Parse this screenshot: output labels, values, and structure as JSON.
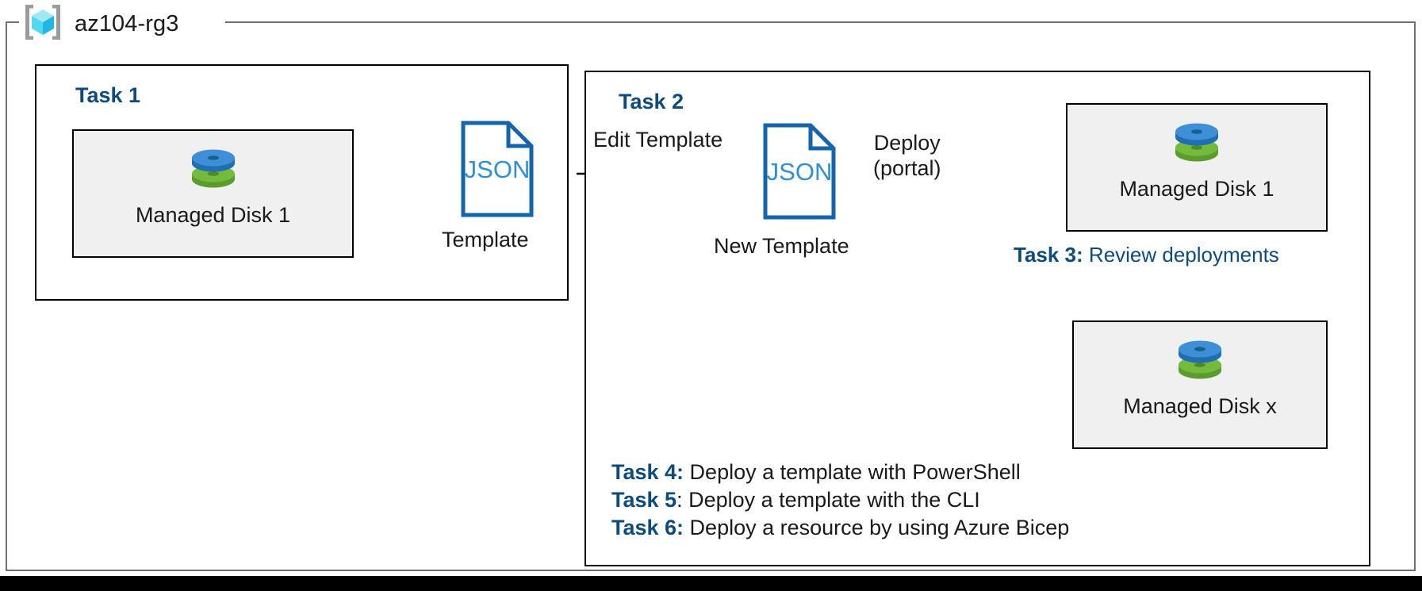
{
  "resource_group": {
    "name": "az104-rg3",
    "icon": "azure-resource-group-icon"
  },
  "task1": {
    "heading": "Task 1",
    "resource": {
      "label": "Managed Disk 1",
      "icon": "managed-disk-icon"
    },
    "artifact": {
      "icon": "json-document-icon",
      "icon_text": "JSON",
      "caption": "Template"
    }
  },
  "task2": {
    "heading": "Task 2",
    "edge_edit": "Edit Template",
    "artifact": {
      "icon": "json-document-icon",
      "icon_text": "JSON",
      "caption": "New Template"
    },
    "edge_deploy_line1": "Deploy",
    "edge_deploy_line2": "(portal)",
    "resources": [
      {
        "label": "Managed Disk 1",
        "icon": "managed-disk-icon"
      },
      {
        "label": "Managed Disk x",
        "icon": "managed-disk-icon"
      }
    ]
  },
  "task3": {
    "key": "Task 3:",
    "text": " Review deployments"
  },
  "task_list": [
    {
      "key": "Task 4:",
      "text": " Deploy a template with PowerShell"
    },
    {
      "key": "Task 5",
      "text": ": Deploy a template with the CLI"
    },
    {
      "key": "Task 6:",
      "text": " Deploy a resource by using Azure Bicep"
    }
  ],
  "colors": {
    "accent_blue": "#0d4b7c",
    "json_blue": "#1565ad",
    "json_text_blue": "#2e8fd6",
    "card_fill": "#f0f0f0",
    "frame_gray": "#6e6e6e",
    "disk_blue": "#3f8fd8",
    "disk_green": "#6cb33f"
  }
}
